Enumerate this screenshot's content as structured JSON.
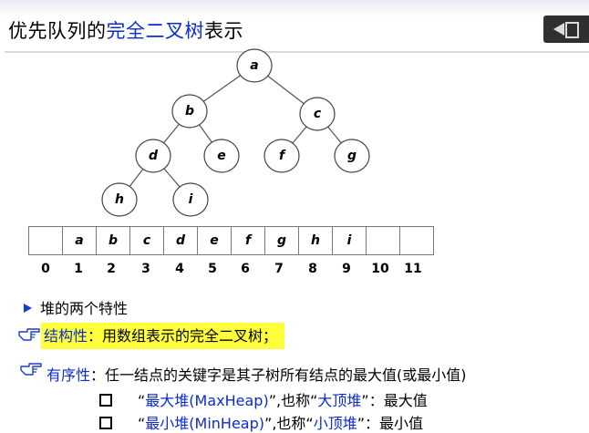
{
  "slide": {
    "title_prefix": "优先队列的",
    "title_highlight": "完全二叉树",
    "title_suffix": "表示"
  },
  "tree": {
    "nodes": [
      "a",
      "b",
      "c",
      "d",
      "e",
      "f",
      "g",
      "h",
      "i"
    ]
  },
  "array": {
    "cells": [
      "",
      "a",
      "b",
      "c",
      "d",
      "e",
      "f",
      "g",
      "h",
      "i",
      "",
      ""
    ],
    "indices": [
      "0",
      "1",
      "2",
      "3",
      "4",
      "5",
      "6",
      "7",
      "8",
      "9",
      "10",
      "11"
    ]
  },
  "heap_properties": {
    "heading": "堆的两个特性",
    "structure_label": "结构性",
    "structure_text": "：用数组表示的完全二叉树；",
    "order_label": "有序性",
    "order_text": "：任一结点的关键字是其子树所有结点的最大值(或最小值)",
    "max_heap": {
      "quote_open": "“",
      "name": "最大堆(MaxHeap)",
      "quote_close": "”",
      "also_called": ",也称“",
      "alias": "大顶堆",
      "tail": "”：最大值"
    },
    "min_heap": {
      "quote_open": "“",
      "name": "最小堆(MinHeap)",
      "quote_close": "”",
      "also_called": ",也称“",
      "alias": "小顶堆",
      "tail": "”：最小值"
    }
  },
  "colors": {
    "accent_blue": "#0b2bd0",
    "highlight_yellow": "#ffff3c"
  },
  "icons": [
    "play-back-icon",
    "arrow-bullet-icon",
    "pointing-hand-icon",
    "checkbox-icon"
  ]
}
